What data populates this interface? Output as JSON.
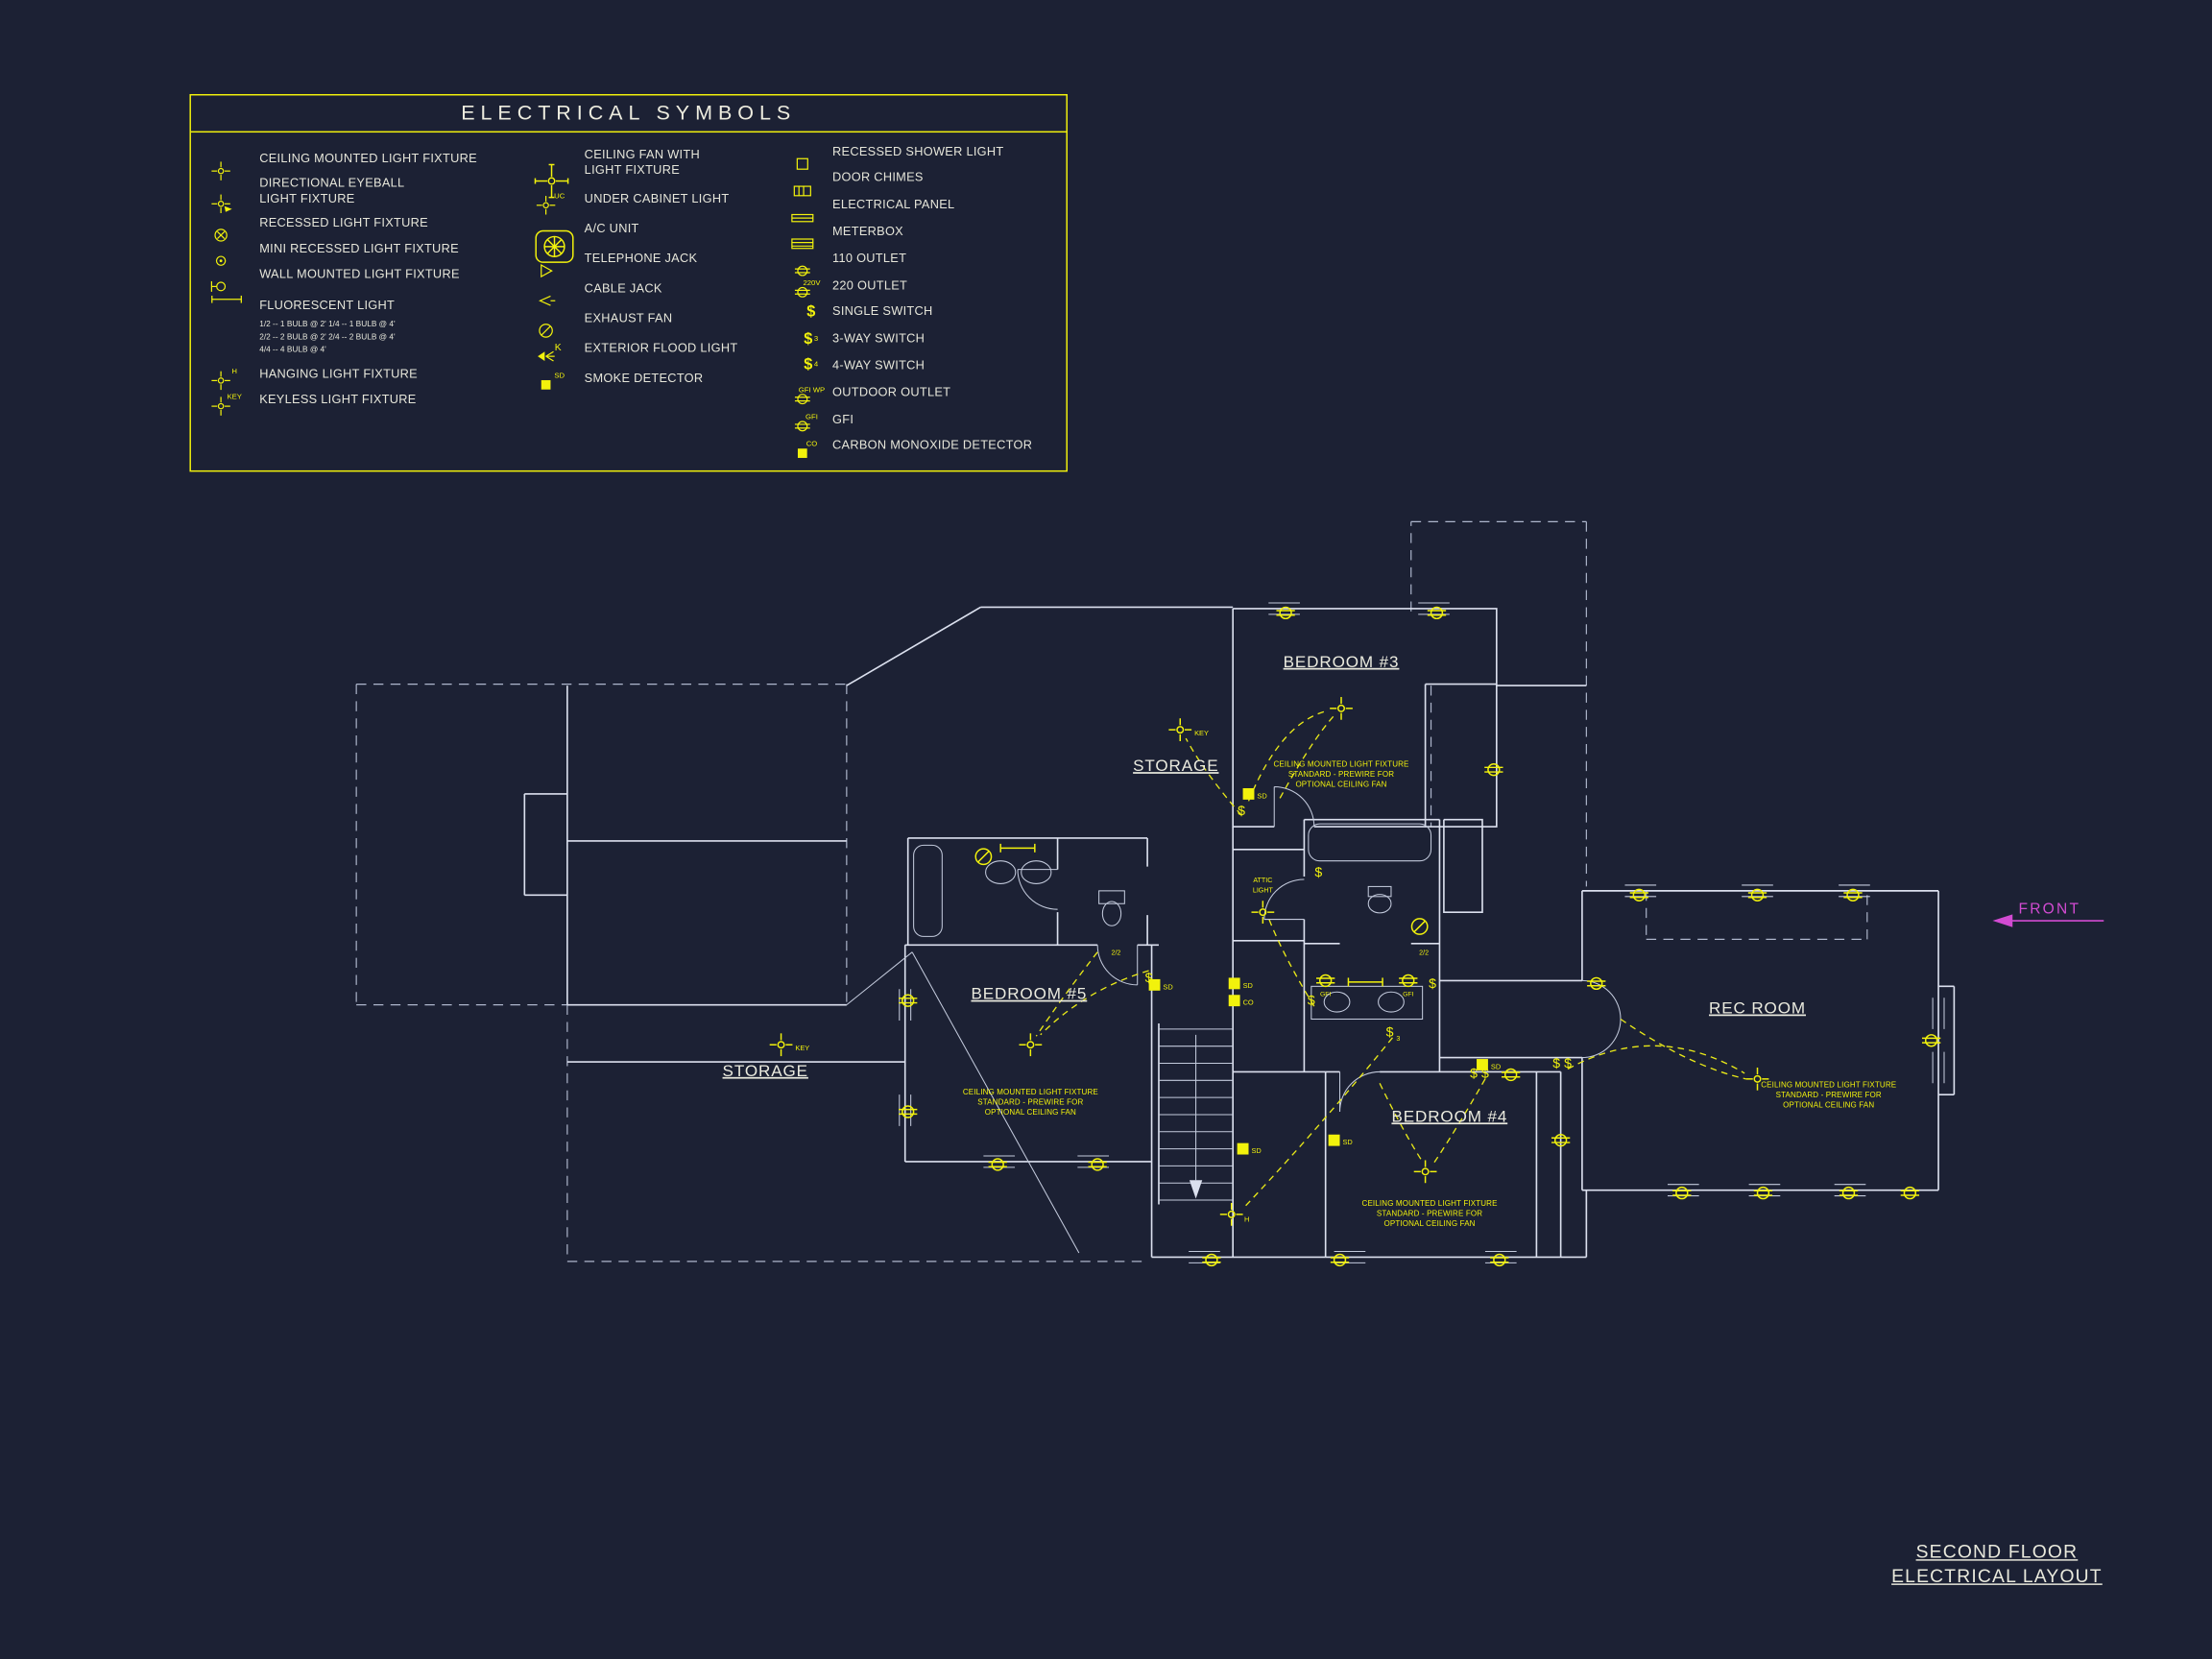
{
  "colors": {
    "background": "#1c2134",
    "wall_line": "#dbe0ee",
    "symbol_yellow": "#f2f20c",
    "front_magenta": "#d24bd2"
  },
  "legend": {
    "title": "ELECTRICAL SYMBOLS",
    "symbols": {
      "switch": "$"
    },
    "col1": [
      {
        "icon": "ceiling-mounted-light-icon",
        "label": "CEILING MOUNTED LIGHT FIXTURE"
      },
      {
        "icon": "directional-eyeball-light-icon",
        "label": "DIRECTIONAL EYEBALL\nLIGHT FIXTURE"
      },
      {
        "icon": "recessed-light-icon",
        "label": "RECESSED LIGHT FIXTURE"
      },
      {
        "icon": "mini-recessed-light-icon",
        "label": "MINI RECESSED LIGHT FIXTURE"
      },
      {
        "icon": "wall-mounted-light-icon",
        "label": "WALL MOUNTED LIGHT FIXTURE"
      },
      {
        "icon": "fluorescent-light-icon",
        "label": "FLUORESCENT LIGHT",
        "sublines": "1/2 -- 1 BULB @ 2'   1/4 -- 1 BULB @ 4'\n2/2 -- 2 BULB @ 2'   2/4 -- 2 BULB @ 4'\n4/4 -- 4 BULB @ 4'"
      },
      {
        "icon": "hanging-light-icon",
        "sub": "H",
        "label": "HANGING LIGHT FIXTURE"
      },
      {
        "icon": "keyless-light-icon",
        "sub": "KEY",
        "label": "KEYLESS LIGHT FIXTURE"
      }
    ],
    "col2": [
      {
        "icon": "ceiling-fan-icon",
        "label": "CEILING FAN WITH\nLIGHT FIXTURE"
      },
      {
        "icon": "under-cabinet-light-icon",
        "sub": "UC",
        "label": "UNDER CABINET LIGHT"
      },
      {
        "icon": "ac-unit-icon",
        "label": "A/C UNIT"
      },
      {
        "icon": "telephone-jack-icon",
        "label": "TELEPHONE JACK"
      },
      {
        "icon": "cable-jack-icon",
        "label": "CABLE JACK"
      },
      {
        "icon": "exhaust-fan-icon",
        "label": "EXHAUST FAN"
      },
      {
        "icon": "exterior-flood-light-icon",
        "sub": "K",
        "label": "EXTERIOR FLOOD LIGHT"
      },
      {
        "icon": "smoke-detector-icon",
        "sub": "SD",
        "label": "SMOKE DETECTOR"
      }
    ],
    "col3": [
      {
        "icon": "recessed-shower-light-icon",
        "label": "RECESSED SHOWER LIGHT"
      },
      {
        "icon": "door-chimes-icon",
        "label": "DOOR CHIMES"
      },
      {
        "icon": "electrical-panel-icon",
        "label": "ELECTRICAL PANEL"
      },
      {
        "icon": "meterbox-icon",
        "label": "METERBOX"
      },
      {
        "icon": "outlet-110-icon",
        "label": "110 OUTLET"
      },
      {
        "icon": "outlet-220-icon",
        "sub": "220V",
        "label": "220 OUTLET"
      },
      {
        "icon": "single-switch-icon",
        "label": "SINGLE SWITCH"
      },
      {
        "icon": "three-way-switch-icon",
        "sub": "3",
        "label": "3-WAY SWITCH"
      },
      {
        "icon": "four-way-switch-icon",
        "sub": "4",
        "label": "4-WAY SWITCH"
      },
      {
        "icon": "outdoor-outlet-icon",
        "sub": "GFI WP",
        "label": "OUTDOOR OUTLET"
      },
      {
        "icon": "gfi-icon",
        "sub": "GFI",
        "label": "GFI"
      },
      {
        "icon": "co-detector-icon",
        "sub": "CO",
        "label": "CARBON MONOXIDE DETECTOR"
      }
    ]
  },
  "plan": {
    "rooms": {
      "bedroom3": "BEDROOM #3",
      "storage_upper": "STORAGE",
      "bedroom5": "BEDROOM #5",
      "storage_lower": "STORAGE",
      "bedroom4": "BEDROOM #4",
      "rec_room": "REC ROOM"
    },
    "note_line1": "CEILING MOUNTED LIGHT FIXTURE",
    "note_line2": "STANDARD - PREWIRE FOR",
    "note_line3": "OPTIONAL CEILING FAN",
    "front_label": "FRONT",
    "symbol_texts": {
      "key": "KEY",
      "sd": "SD",
      "co": "CO",
      "gfi": "GFI",
      "h": "H",
      "s": "$",
      "three": "3",
      "fl22": "2/2",
      "attic1": "ATTIC",
      "attic2": "LIGHT"
    }
  },
  "title_block": {
    "line1": "SECOND FLOOR",
    "line2": "ELECTRICAL LAYOUT"
  }
}
